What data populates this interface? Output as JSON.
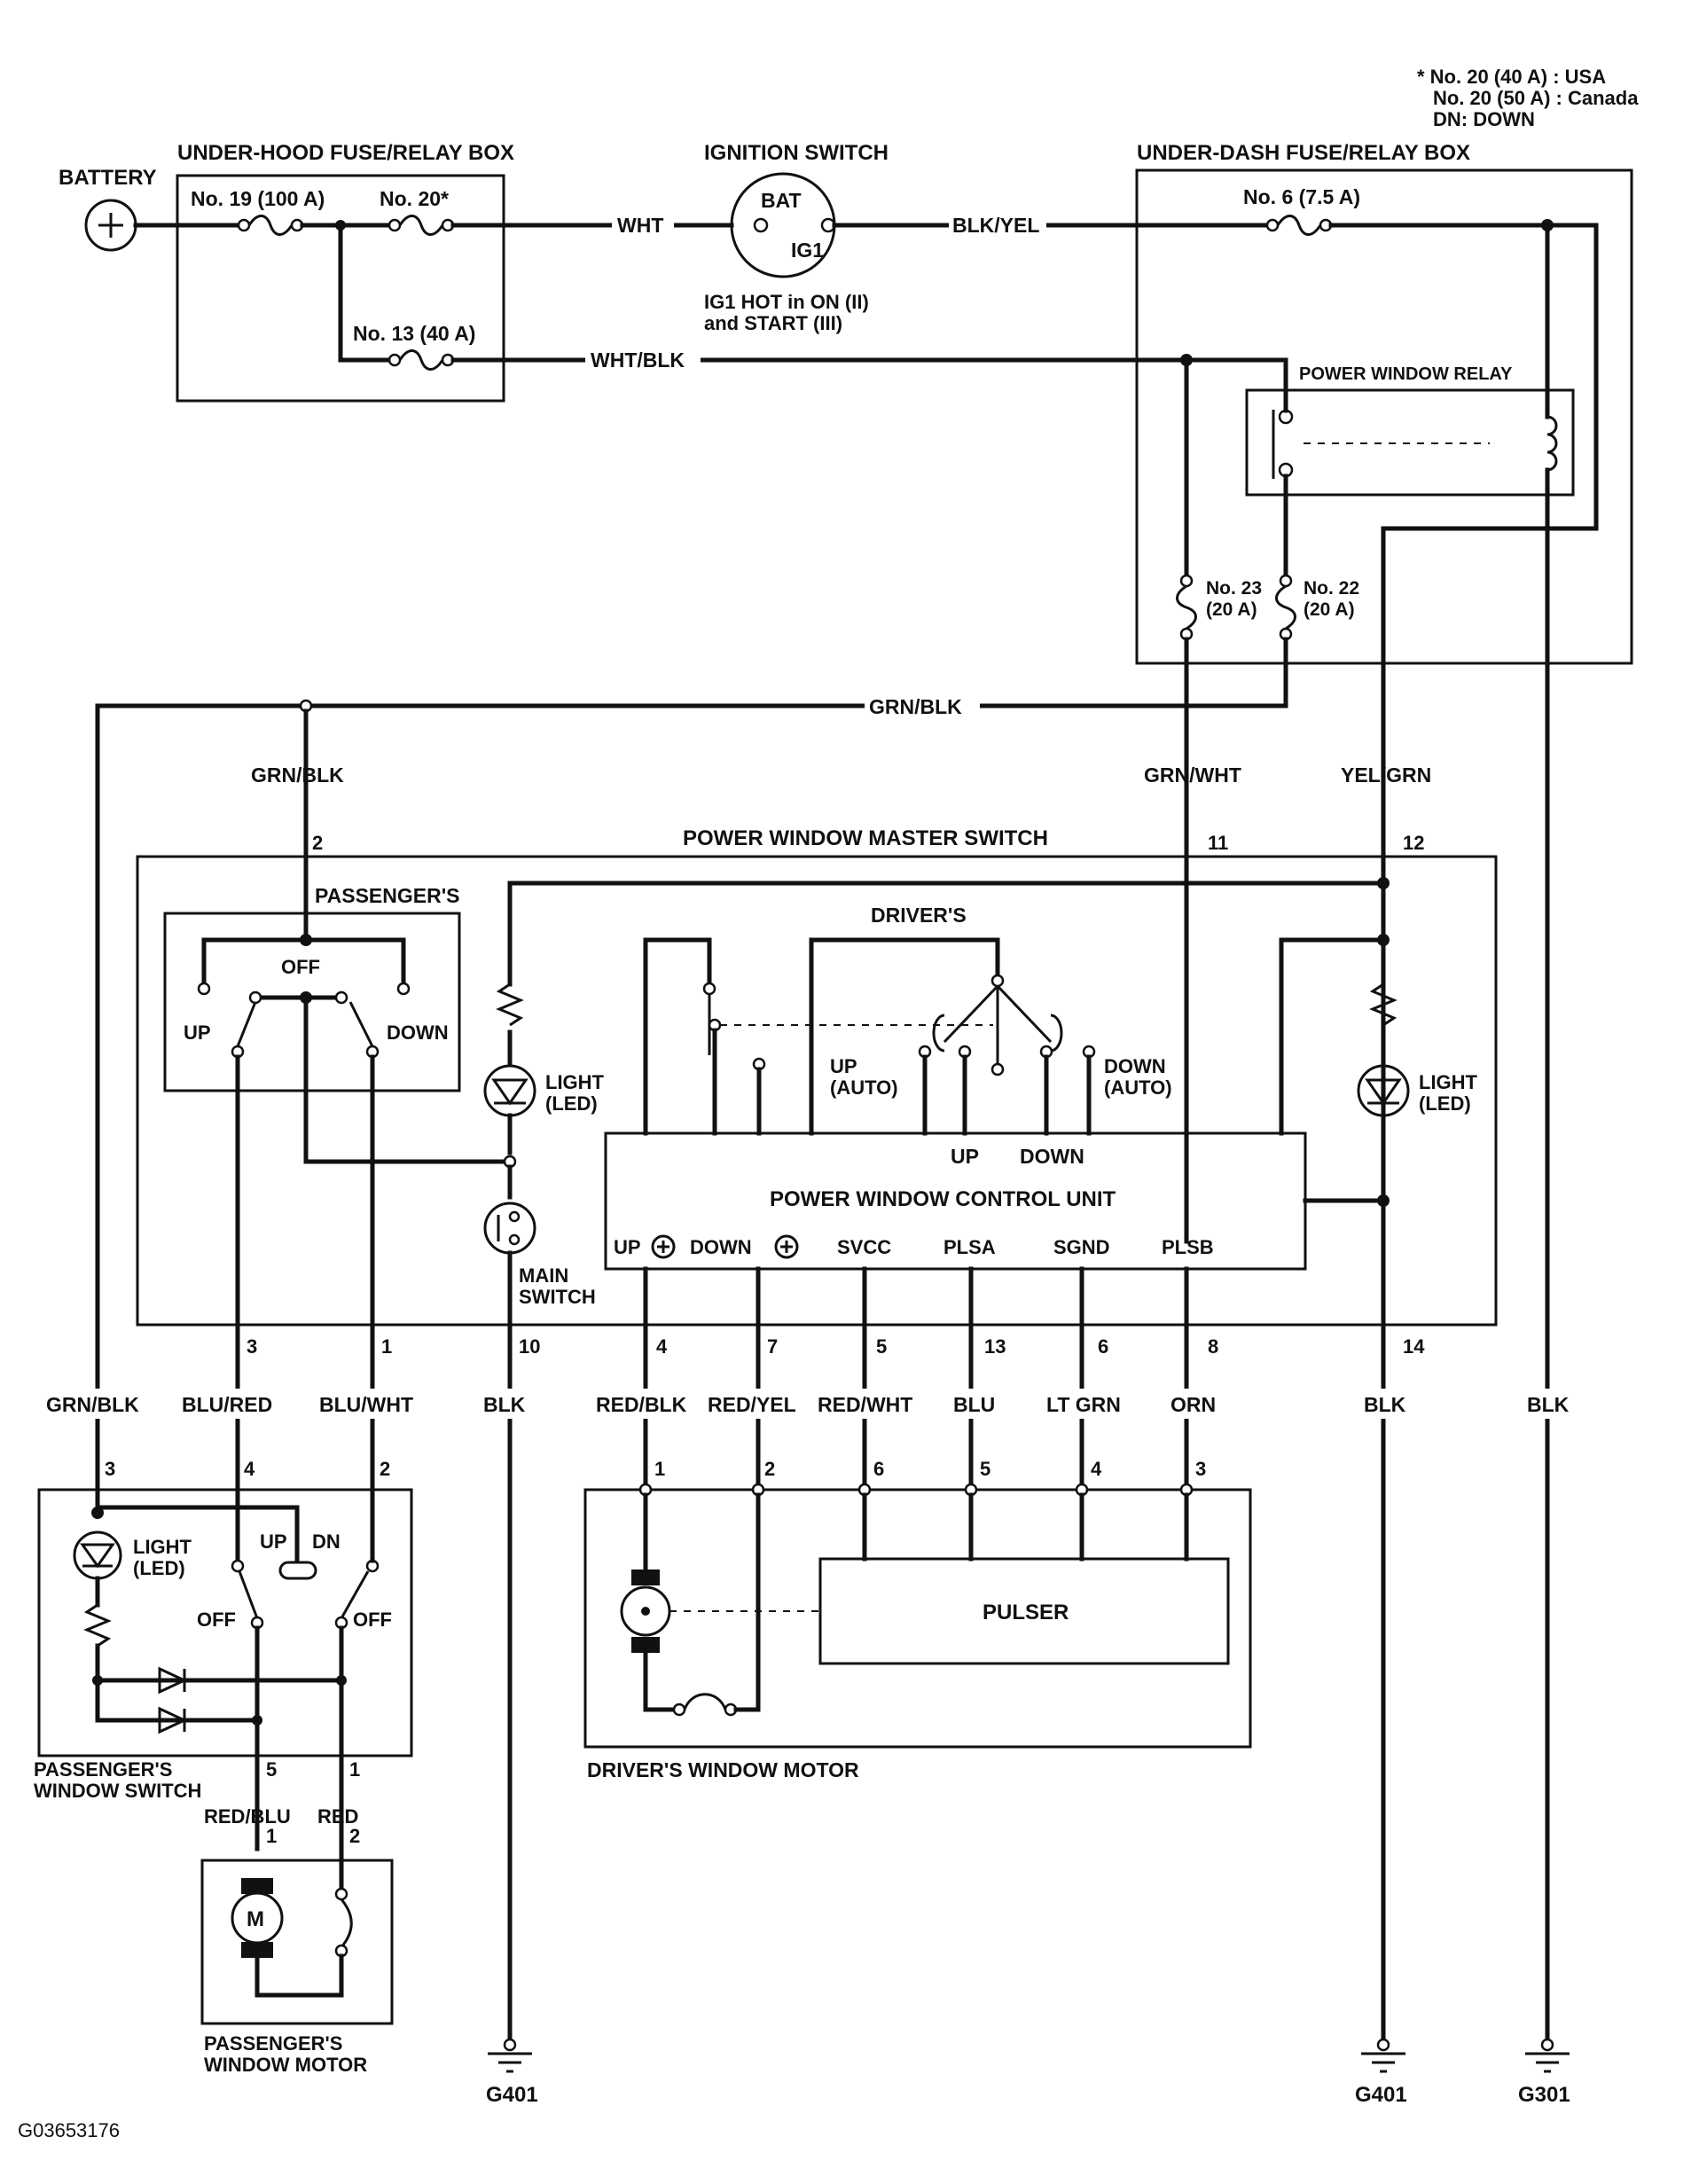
{
  "footnote": {
    "line1": "* No. 20 (40 A) : USA",
    "line2": "No. 20 (50 A) : Canada",
    "line3": "DN: DOWN"
  },
  "figure_id": "G03653176",
  "battery": {
    "label": "BATTERY"
  },
  "under_hood_box": {
    "title": "UNDER-HOOD FUSE/RELAY BOX",
    "fuse19": "No. 19 (100 A)",
    "fuse20": "No. 20*",
    "fuse13": "No. 13 (40 A)"
  },
  "ignition_switch": {
    "title": "IGNITION SWITCH",
    "bat": "BAT",
    "ig1": "IG1",
    "note1": "IG1 HOT in ON (II)",
    "note2": "and START (III)"
  },
  "under_dash_box": {
    "title": "UNDER-DASH FUSE/RELAY BOX",
    "fuse6": "No. 6 (7.5 A)",
    "relay": "POWER WINDOW RELAY",
    "fuse23a": "No. 23",
    "fuse23b": "(20 A)",
    "fuse22a": "No. 22",
    "fuse22b": "(20 A)"
  },
  "wires": {
    "wht": "WHT",
    "blk_yel": "BLK/YEL",
    "wht_blk": "WHT/BLK",
    "grn_blk": "GRN/BLK",
    "grn_blk_2": "GRN/BLK",
    "grn_wht": "GRN/WHT",
    "yel_grn": "YEL/GRN",
    "grn_blk_3": "GRN/BLK",
    "blu_red": "BLU/RED",
    "blu_wht": "BLU/WHT",
    "blk_1": "BLK",
    "red_blk": "RED/BLK",
    "red_yel": "RED/YEL",
    "red_wht": "RED/WHT",
    "blu": "BLU",
    "lt_grn": "LT GRN",
    "orn": "ORN",
    "blk_2": "BLK",
    "blk_3": "BLK",
    "red_blu": "RED/BLU",
    "red": "RED"
  },
  "master_switch": {
    "title": "POWER WINDOW MASTER SWITCH",
    "passengers": "PASSENGER'S",
    "off": "OFF",
    "up": "UP",
    "down": "DOWN",
    "drivers": "DRIVER'S",
    "up_auto_1": "UP",
    "up_auto_2": "(AUTO)",
    "down_auto_1": "DOWN",
    "down_auto_2": "(AUTO)",
    "sw_up": "UP",
    "sw_down": "DOWN",
    "light_1": "LIGHT",
    "light_2": "(LED)",
    "light_r1": "LIGHT",
    "light_r2": "(LED)",
    "main_1": "MAIN",
    "main_2": "SWITCH",
    "control_unit": "POWER WINDOW CONTROL UNIT",
    "cu_up": "UP",
    "cu_down": "DOWN",
    "cu_svcc": "SVCC",
    "cu_plsa": "PLSA",
    "cu_sgnd": "SGND",
    "cu_plsb": "PLSB",
    "pins": {
      "p2": "2",
      "p11": "11",
      "p12": "12",
      "p3": "3",
      "p1": "1",
      "p10": "10",
      "p4": "4",
      "p7": "7",
      "p5": "5",
      "p13": "13",
      "p6": "6",
      "p8": "8",
      "p14": "14"
    }
  },
  "passenger_switch": {
    "title1": "PASSENGER'S",
    "title2": "WINDOW SWITCH",
    "light_1": "LIGHT",
    "light_2": "(LED)",
    "up": "UP",
    "dn": "DN",
    "off_l": "OFF",
    "off_r": "OFF",
    "pins": {
      "p3": "3",
      "p4": "4",
      "p2": "2",
      "p5": "5",
      "p1": "1"
    }
  },
  "passenger_motor": {
    "title1": "PASSENGER'S",
    "title2": "WINDOW MOTOR",
    "m": "M",
    "pins": {
      "p1": "1",
      "p2": "2"
    }
  },
  "driver_motor": {
    "title": "DRIVER'S WINDOW MOTOR",
    "pulser": "PULSER",
    "pins": {
      "p1": "1",
      "p2": "2",
      "p6": "6",
      "p5": "5",
      "p4": "4",
      "p3": "3"
    }
  },
  "grounds": {
    "g401a": "G401",
    "g401b": "G401",
    "g301": "G301"
  }
}
